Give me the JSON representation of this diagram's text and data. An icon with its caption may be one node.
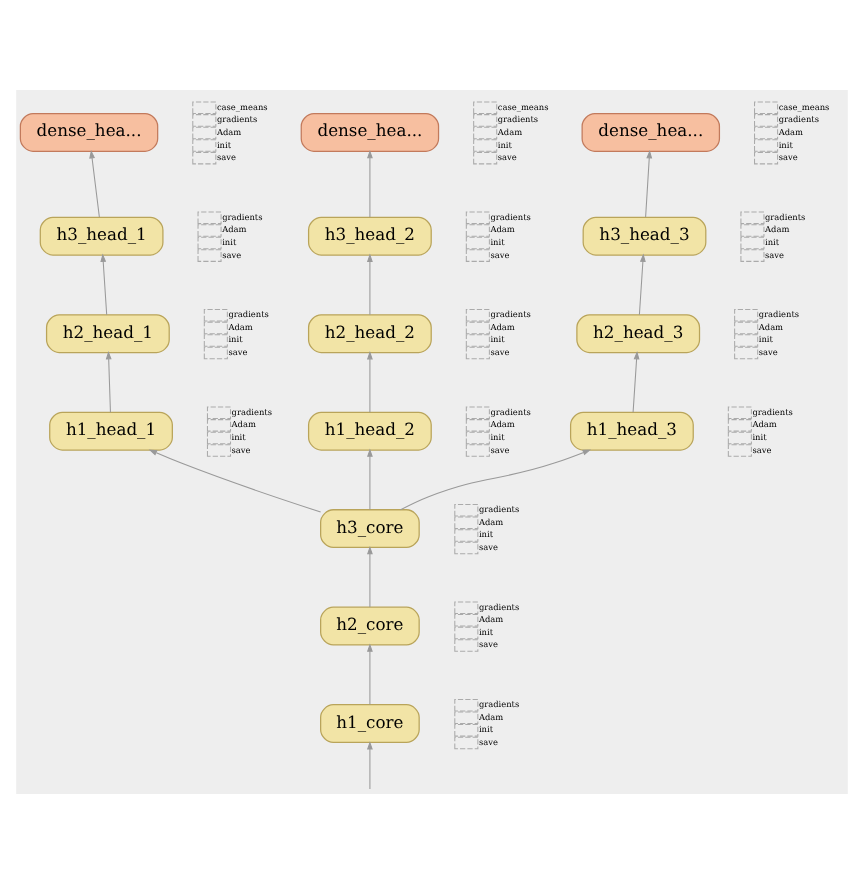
{
  "diagram": {
    "nodes": [
      {
        "text": [
          "dense_hea..."
        ],
        "beside": [
          "case_means",
          "gradients",
          "Adam",
          "init",
          "save"
        ]
      },
      {
        "text": [
          "dense_hea..."
        ],
        "beside": [
          "case_means",
          "gradients",
          "Adam",
          "init",
          "save"
        ]
      },
      {
        "text": [
          "dense_hea..."
        ],
        "beside": [
          "case_means",
          "gradients",
          "Adam",
          "init",
          "save"
        ]
      },
      {
        "text": [
          "h3_head_1"
        ],
        "beside": [
          "gradients",
          "Adam",
          "init",
          "save"
        ]
      },
      {
        "text": [
          "h3_head_2"
        ],
        "beside": [
          "gradients",
          "Adam",
          "init",
          "save"
        ]
      },
      {
        "text": [
          "h3_head_3"
        ],
        "beside": [
          "gradients",
          "Adam",
          "init",
          "save"
        ]
      },
      {
        "text": [
          "h2_head_1"
        ],
        "beside": [
          "gradients",
          "Adam",
          "init",
          "save"
        ]
      },
      {
        "text": [
          "h2_head_2"
        ],
        "beside": [
          "gradients",
          "Adam",
          "init",
          "save"
        ]
      },
      {
        "text": [
          "h2_head_3"
        ],
        "beside": [
          "gradients",
          "Adam",
          "init",
          "save"
        ]
      },
      {
        "text": [
          "h1_head_1"
        ],
        "beside": [
          "gradients",
          "Adam",
          "init",
          "save"
        ]
      },
      {
        "text": [
          "h1_head_2"
        ],
        "beside": [
          "gradients",
          "Adam",
          "init",
          "save"
        ]
      },
      {
        "text": [
          "h1_head_3"
        ],
        "beside": [
          "gradients",
          "Adam",
          "init",
          "save"
        ]
      },
      {
        "text": [
          "h3_core"
        ],
        "beside": [
          "gradients",
          "Adam",
          "init",
          "save"
        ]
      },
      {
        "text": [
          "h2_core"
        ],
        "beside": [
          "gradients",
          "Adam",
          "init",
          "save"
        ]
      },
      {
        "text": [
          "h1_core"
        ],
        "beside": [
          "gradients",
          "Adam",
          "init",
          "save"
        ]
      }
    ],
    "edges": [
      {
        "from": null,
        "to": 14,
        "arrow": "to"
      },
      {
        "from": 14,
        "to": 13,
        "arrow": "to"
      },
      {
        "from": 13,
        "to": 12,
        "arrow": "to"
      },
      {
        "from": 12,
        "to": 9,
        "arrow": "to"
      },
      {
        "from": 12,
        "to": 10,
        "arrow": "to"
      },
      {
        "from": 12,
        "to": 11,
        "arrow": "to"
      },
      {
        "from": 9,
        "to": 6,
        "arrow": "to"
      },
      {
        "from": 10,
        "to": 7,
        "arrow": "to"
      },
      {
        "from": 11,
        "to": 8,
        "arrow": "to"
      },
      {
        "from": 6,
        "to": 3,
        "arrow": "to"
      },
      {
        "from": 7,
        "to": 4,
        "arrow": "to"
      },
      {
        "from": 8,
        "to": 5,
        "arrow": "to"
      },
      {
        "from": 3,
        "to": 0,
        "arrow": "to"
      },
      {
        "from": 4,
        "to": 1,
        "arrow": "to"
      },
      {
        "from": 5,
        "to": 2,
        "arrow": "to"
      }
    ]
  }
}
